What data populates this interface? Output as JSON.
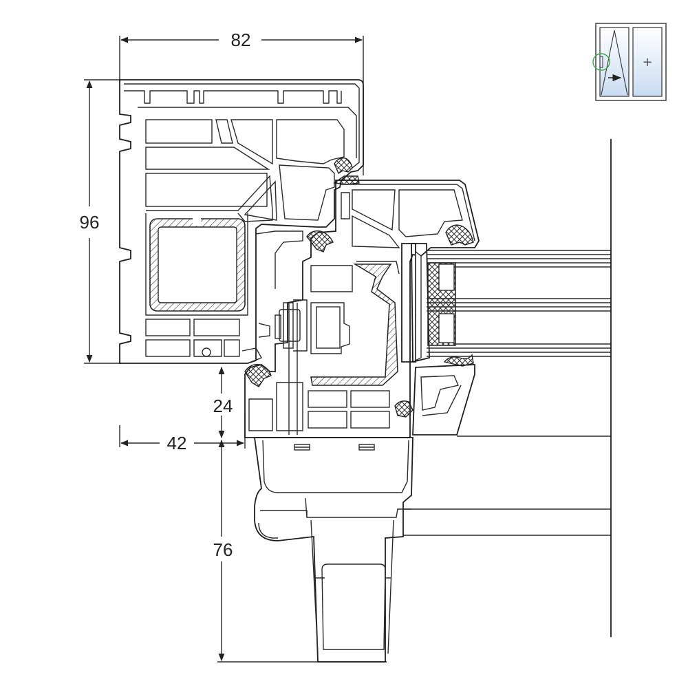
{
  "dimensions": {
    "top_width": "82",
    "left_height": "96",
    "sash_offset": "24",
    "bottom_left": "42",
    "handle_height": "76"
  },
  "legend": {
    "plus_symbol": "+"
  },
  "colors": {
    "line": "#1e1e1e",
    "glass_fill": "#c9dcf2",
    "highlight_ring": "#3aa84a",
    "background": "#ffffff"
  }
}
